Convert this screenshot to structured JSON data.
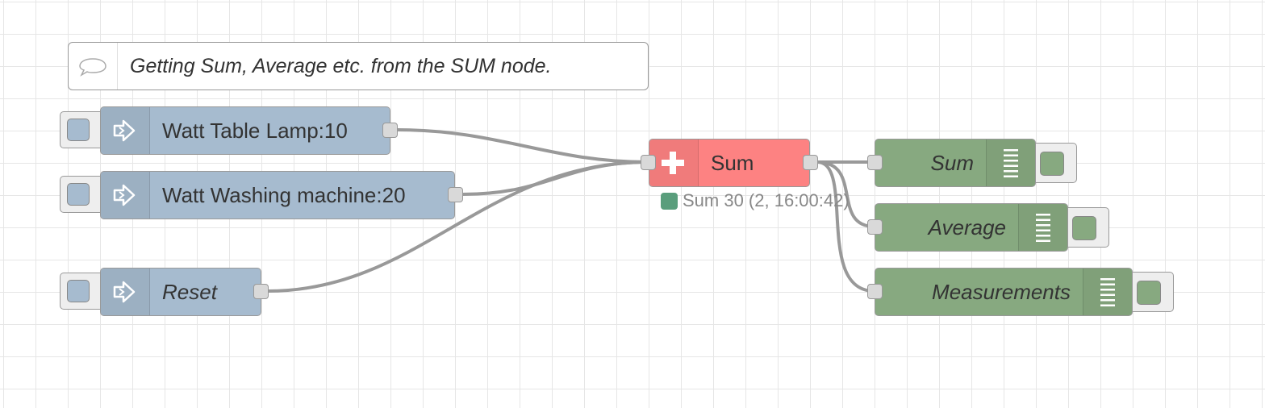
{
  "canvas": {
    "grid": true,
    "wire_color": "#999999"
  },
  "comment": {
    "text": "Getting Sum, Average etc. from the SUM node.",
    "icon": "comment-icon"
  },
  "inject_nodes": [
    {
      "label": "Watt Table Lamp:10",
      "icon": "inject-arrow-icon",
      "color": "#a6bbcf"
    },
    {
      "label": "Watt Washing machine:20",
      "icon": "inject-arrow-icon",
      "color": "#a6bbcf"
    },
    {
      "label": "Reset",
      "icon": "inject-arrow-icon",
      "color": "#a6bbcf"
    }
  ],
  "function_node": {
    "label": "Sum",
    "icon": "plus-icon",
    "color": "#fd8282",
    "status": {
      "color": "#5a9e7c",
      "text": "Sum 30 (2, 16:00:42)"
    }
  },
  "debug_nodes": [
    {
      "label": "Sum",
      "icon": "list-icon",
      "color": "#87a980"
    },
    {
      "label": "Average",
      "icon": "list-icon",
      "color": "#87a980"
    },
    {
      "label": "Measurements",
      "icon": "list-icon",
      "color": "#87a980"
    }
  ]
}
